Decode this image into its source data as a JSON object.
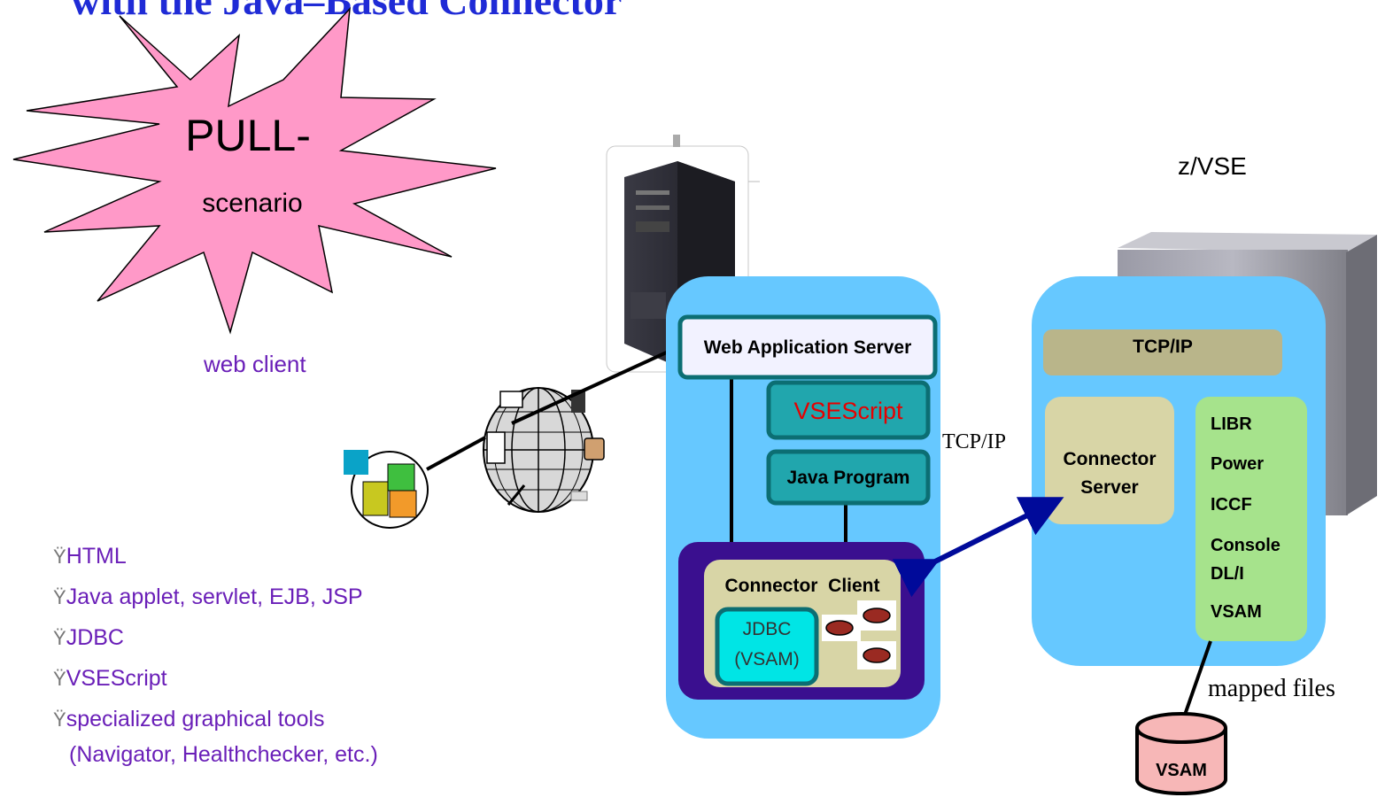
{
  "title": "with the Java–Based Connector",
  "starburst": {
    "line1": "PULL-",
    "line2": "scenario"
  },
  "web_client_label": "web client",
  "bullets": [
    "HTML",
    "Java applet, servlet, EJB, JSP",
    "JDBC",
    "VSEScript",
    "specialized graphical tools",
    "(Navigator, Healthchecker, etc.)"
  ],
  "bullet_marker": "Ÿ",
  "middle": {
    "was_label": "Web Application Server",
    "vsescript_label": "VSEScript",
    "java_program_label": "Java Program",
    "connector_client_label": "Connector  Client",
    "jdbc_label_line1": "JDBC",
    "jdbc_label_line2": "(VSAM)"
  },
  "tcpip_link_label": "TCP/IP",
  "zvse": {
    "label": "z/VSE",
    "tcpip_label": "TCP/IP",
    "connector_server_line1": "Connector",
    "connector_server_line2": "Server",
    "items": [
      "LIBR",
      "Power",
      "ICCF",
      "Console",
      "DL/I",
      "VSAM"
    ]
  },
  "mapped_files_label": "mapped files",
  "vsam_disk_label": "VSAM",
  "colors": {
    "light_blue": "#66c8ff",
    "dark_purple": "#3a0f8f",
    "teal": "#21a6ad",
    "teal_border": "#0c6e73",
    "cyan": "#00e5e5",
    "khaki": "#d8d5a6",
    "olive_khaki": "#b9b58a",
    "light_green": "#a6e38c",
    "pink": "#ff99c8",
    "vsam_pink": "#f7b7b7",
    "arrow_blue": "#000a9a"
  }
}
